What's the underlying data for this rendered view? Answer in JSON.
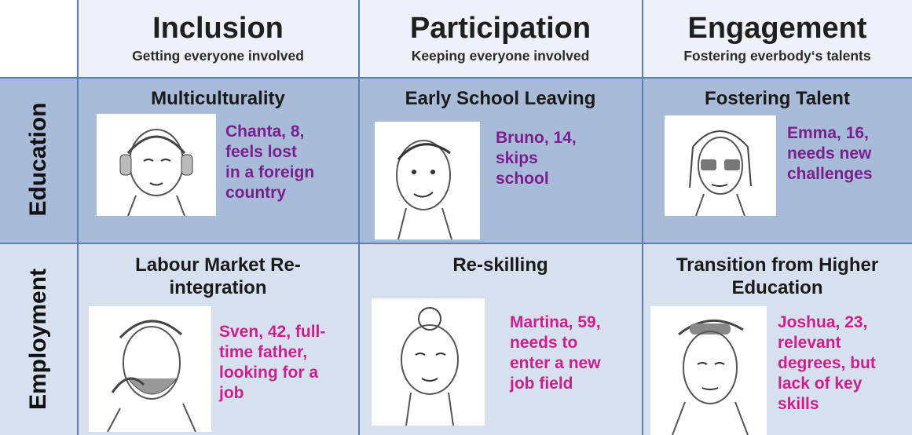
{
  "columns": [
    {
      "title": "Inclusion",
      "subtitle": "Getting everyone involved"
    },
    {
      "title": "Participation",
      "subtitle": "Keeping everyone involved"
    },
    {
      "title": "Engagement",
      "subtitle": "Fostering everbody‘s talents"
    }
  ],
  "rows": [
    {
      "label": "Education"
    },
    {
      "label": "Employment"
    }
  ],
  "cells": {
    "edu_inclusion": {
      "title": "Multiculturality",
      "persona": "Chanta, 8, feels lost in a foreign country",
      "lines": [
        "Chanta, 8,",
        "feels lost",
        "in a foreign",
        "country"
      ]
    },
    "edu_participation": {
      "title": "Early School Leaving",
      "lines": [
        "Bruno, 14,",
        "skips",
        "school"
      ]
    },
    "edu_engagement": {
      "title": "Fostering Talent",
      "lines": [
        "Emma, 16,",
        "needs new",
        "challenges"
      ]
    },
    "emp_inclusion": {
      "title_lines": [
        "Labour Market Re-",
        "integration"
      ],
      "lines": [
        "Sven, 42, full-",
        "time father,",
        "looking for a",
        "job"
      ]
    },
    "emp_participation": {
      "title": "Re-skilling",
      "lines": [
        "Martina, 59,",
        "needs to",
        "enter a new",
        "job field"
      ]
    },
    "emp_engagement": {
      "title_lines": [
        "Transition from Higher",
        "Education"
      ],
      "lines": [
        "Joshua, 23,",
        "relevant",
        "degrees, but",
        "lack of key",
        "skills"
      ]
    }
  },
  "colors": {
    "education_row": "#a8bcd9",
    "employment_row": "#d7e0ee",
    "header_bg": "#eef2f8",
    "grid_line": "#5b7fb5",
    "education_text": "#7a1f8c",
    "employment_text": "#cc1f8c"
  },
  "icons": {
    "chanta": "girl-with-headphones-sketch",
    "bruno": "boy-sketch",
    "emma": "girl-with-glasses-sketch",
    "sven": "bearded-man-sketch",
    "martina": "older-woman-sketch",
    "joshua": "young-man-with-goggles-sketch"
  }
}
